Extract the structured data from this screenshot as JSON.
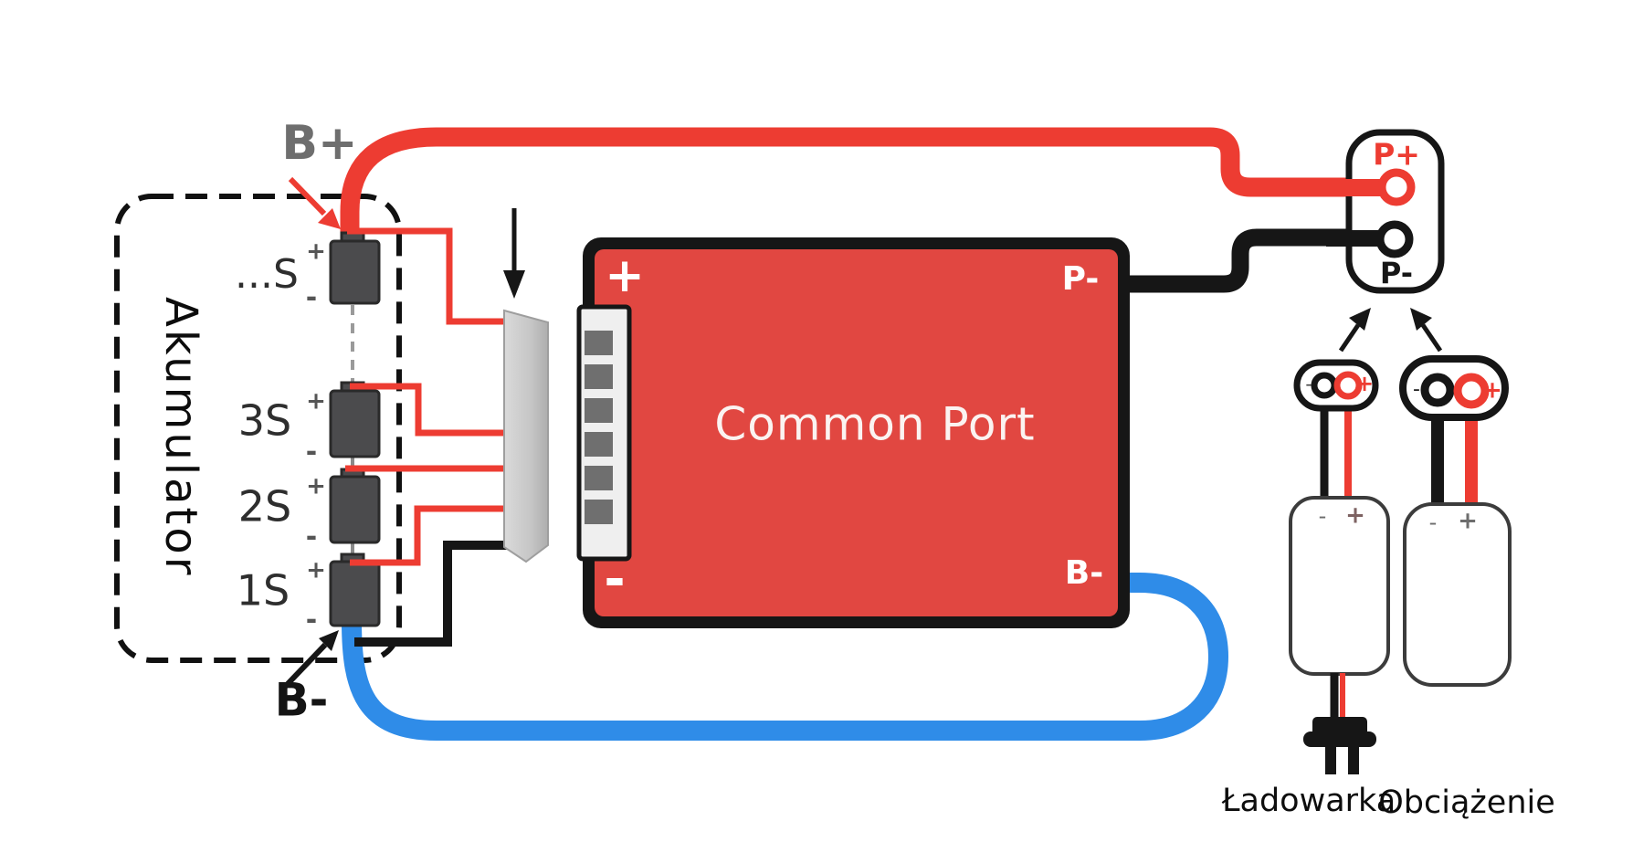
{
  "diagram": {
    "battery": {
      "label": "Akumulator",
      "b_plus": "B+",
      "b_minus": "B-",
      "cells": [
        {
          "label": "...S"
        },
        {
          "label": "3S"
        },
        {
          "label": "2S"
        },
        {
          "label": "1S"
        }
      ]
    },
    "signs": {
      "plus": "+",
      "minus": "-"
    },
    "bms": {
      "title": "Common Port",
      "terminal_plus": "+",
      "terminal_minus": "-",
      "terminal_p_minus": "P-",
      "terminal_b_minus": "B-"
    },
    "output_connector": {
      "p_plus": "P+",
      "p_minus": "P-"
    },
    "devices": {
      "charger": "Ładowarka",
      "load": "Obciążenie"
    },
    "colors": {
      "wire-red": "#ed3c32",
      "wire-blue": "#2f8ce8",
      "board-red": "#e14741",
      "ink": "#161616",
      "cell-gray": "#4b4b4d",
      "label-gray": "#6e6e6e",
      "strip-gray": "#cdcdcd"
    }
  }
}
